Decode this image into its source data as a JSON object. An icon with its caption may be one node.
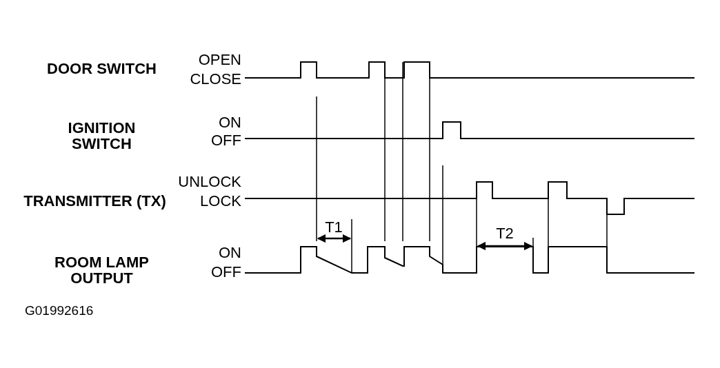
{
  "diagram": {
    "labels": [
      "DOOR SWITCH",
      "OPEN",
      "CLOSE",
      "IGNITION SWITCH",
      "ON",
      "OFF",
      "TRANSMITTER (TX)",
      "UNLOCK",
      "LOCK",
      "T1",
      "T2",
      "ROOM LAMP OUTPUT",
      "ON",
      "OFF",
      "G01992616"
    ]
  }
}
